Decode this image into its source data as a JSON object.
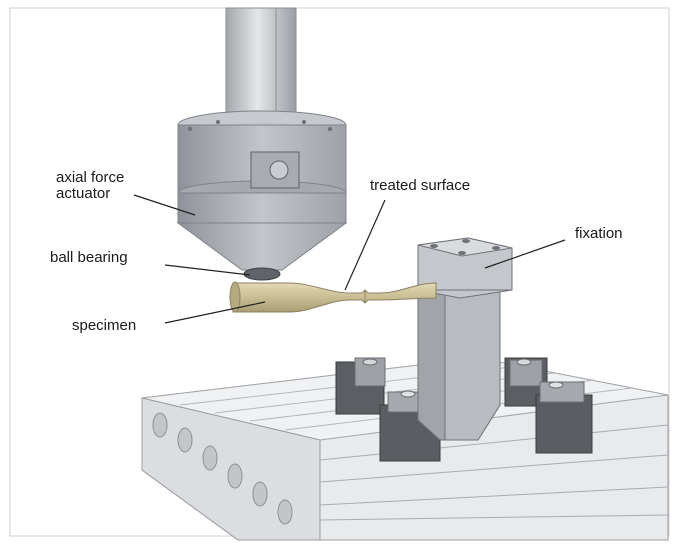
{
  "labels": {
    "actuator_line1": "axial force",
    "actuator_line2": "actuator",
    "ball_bearing": "ball bearing",
    "specimen": "specimen",
    "treated_surface": "treated surface",
    "fixation": "fixation"
  },
  "colors": {
    "metal": "#b4b7bc",
    "metal_dark": "#8d9096",
    "specimen": "#cdc29a",
    "block_dark": "#55585c",
    "rail": "#dcdde0",
    "leader": "#222222"
  }
}
